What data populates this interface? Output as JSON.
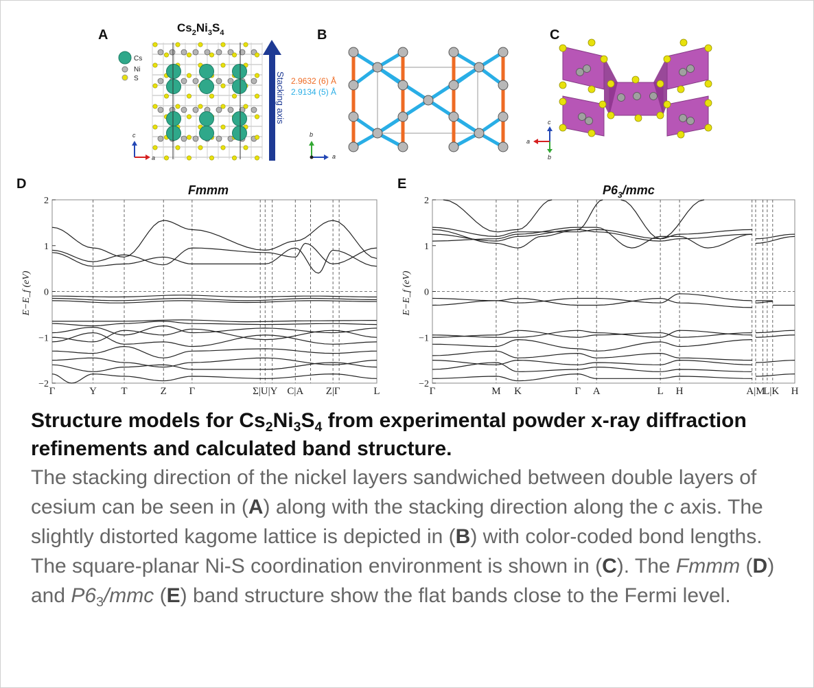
{
  "panels": {
    "A": {
      "label": "A",
      "formula_base": "Cs",
      "formula_parts": [
        "Cs",
        "2",
        "Ni",
        "3",
        "S",
        "4"
      ],
      "legend": [
        "Cs",
        "Ni",
        "S"
      ],
      "axis_c": "c",
      "axis_a": "a",
      "stacking_label": "Stacking axis"
    },
    "B": {
      "label": "B",
      "bond_orange": "2.9632 (6) Å",
      "bond_blue": "2.9134 (5) Å",
      "axis_b": "b",
      "axis_a": "a",
      "colors": {
        "orange": "#ee6b24",
        "blue": "#29aee6"
      }
    },
    "C": {
      "label": "C",
      "axis_c": "c",
      "axis_a": "a",
      "axis_b": "b",
      "colors": {
        "polyhedra": "#b148b0",
        "sulfur": "#e8e10c",
        "nickel": "#a0a0a0"
      }
    },
    "D": {
      "label": "D",
      "title": "Fmmm",
      "ylabel": "E−E_f (eV)",
      "yticks": [
        "2",
        "1",
        "0",
        "−1",
        "−2"
      ],
      "kpoints": [
        "Γ",
        "Y",
        "T",
        "Z",
        "Γ",
        "Σ|U|Y",
        "C|A",
        "Z|Γ",
        "L"
      ]
    },
    "E": {
      "label": "E",
      "title_main": "P6",
      "title_sub": "3",
      "title_rest": "/mmc",
      "ylabel": "E−E_f (eV)",
      "yticks": [
        "2",
        "1",
        "0",
        "−1",
        "−2"
      ],
      "kpoints": [
        "Γ",
        "M",
        "K",
        "Γ",
        "A",
        "L",
        "H",
        "A|M",
        "L|K",
        "H"
      ]
    }
  },
  "caption": {
    "title_1": "Structure models for Cs",
    "title_sub1": "2",
    "title_2": "Ni",
    "title_sub2": "3",
    "title_3": "S",
    "title_sub3": "4",
    "title_4": " from experimental powder x-ray diffraction refinements and calculated band structure.",
    "body_1": "The stacking direction of the nickel layers sandwiched between double layers of cesium can be seen in (",
    "body_A": "A",
    "body_2": ") along with the stacking direction along the ",
    "body_c": "c",
    "body_3": " axis. The slightly distorted kagome lattice is depicted in (",
    "body_B": "B",
    "body_4": ") with color-coded bond lengths. The square-planar Ni-S coordination environment is shown in (",
    "body_C": "C",
    "body_5": "). The ",
    "body_fmmm": "Fmmm",
    "body_6": " (",
    "body_D": "D",
    "body_7": ") and ",
    "body_p6": "P6",
    "body_p6sub": "3",
    "body_p6rest": "/mmc",
    "body_8": " (",
    "body_E": "E",
    "body_9": ") band structure show the flat bands close to the Fermi level."
  }
}
